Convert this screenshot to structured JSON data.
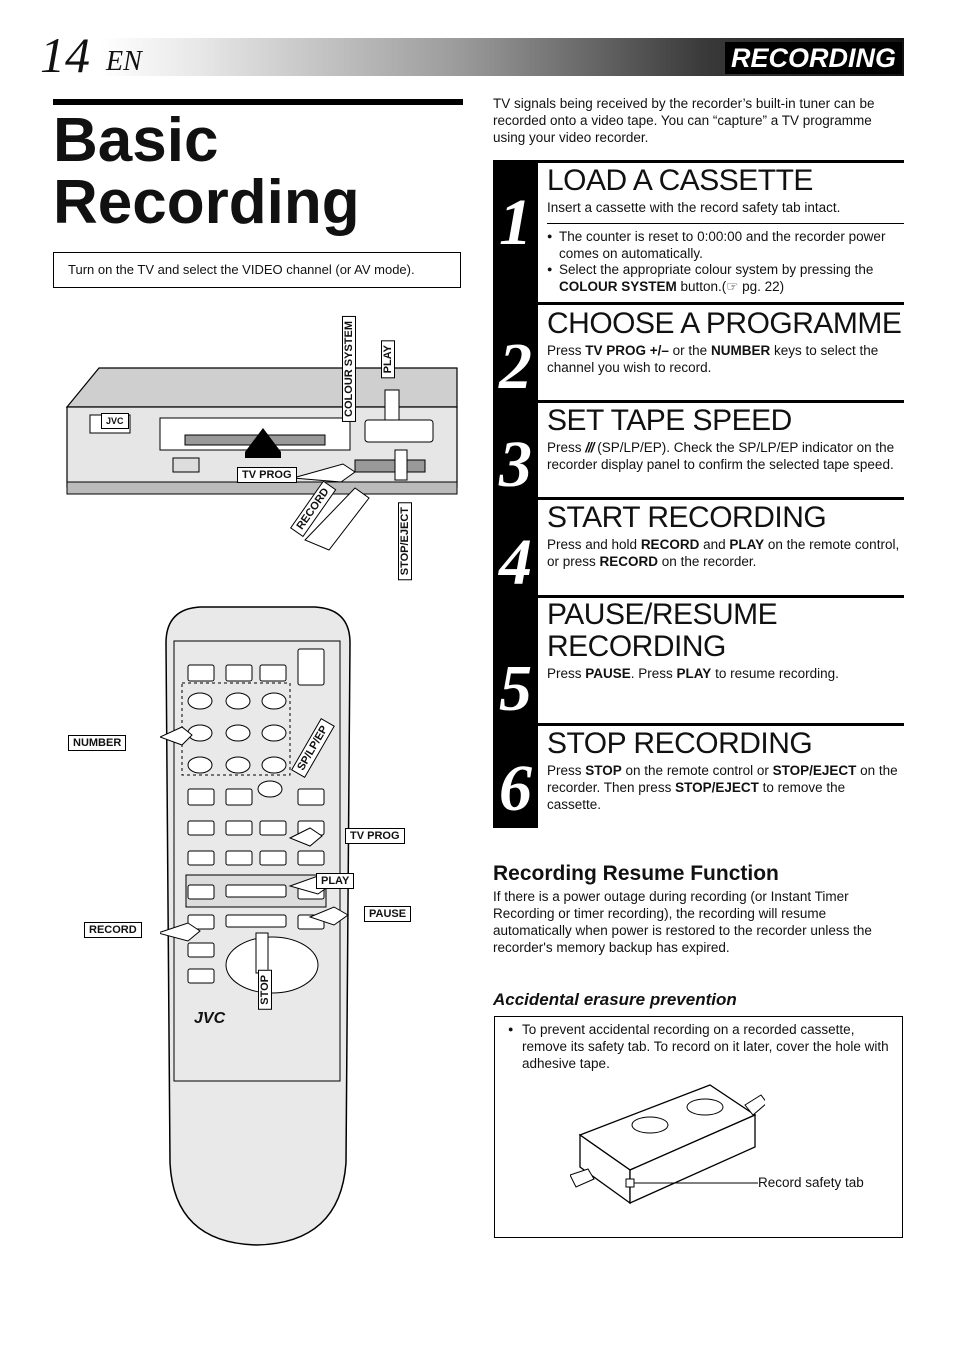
{
  "header": {
    "page_number": "14",
    "language": "EN",
    "section": "RECORDING"
  },
  "title": "Basic Recording",
  "intro_box": "Turn on the TV and select the VIDEO channel (or AV mode).",
  "intro_text": "TV signals being received by the recorder’s built-in tuner can be recorded onto a video tape. You can “capture” a TV programme using your video recorder.",
  "steps": [
    {
      "number": "1",
      "title": "LOAD A CASSETTE",
      "body": "Insert a cassette with the record safety tab intact.",
      "bullet1": "The counter is reset to 0:00:00 and the recorder power comes on automatically.",
      "bullet2_pre": "Select the appropriate colour system by pressing the ",
      "bullet2_bold": "COLOUR SYSTEM",
      "bullet2_post": " button.(☞ pg. 22)"
    },
    {
      "number": "2",
      "title": "CHOOSE A PROGRAMME",
      "body_a": "Press ",
      "body_b": "TV PROG +/–",
      "body_c": " or the ",
      "body_d": "NUMBER",
      "body_e": " keys to select the channel you wish to record."
    },
    {
      "number": "3",
      "title": "SET TAPE SPEED",
      "body_a": "Press ",
      "body_icon": "///",
      "body_b": " (SP/LP/EP). Check the SP/LP/EP indicator on the recorder display panel to confirm the selected tape speed."
    },
    {
      "number": "4",
      "title": "START RECORDING",
      "body_a": "Press and hold ",
      "body_b": "RECORD",
      "body_c": " and ",
      "body_d": "PLAY",
      "body_e": " on the remote control, or press ",
      "body_f": "RECORD",
      "body_g": " on the recorder."
    },
    {
      "number": "5",
      "title_line1": "PAUSE/RESUME",
      "title_line2": "RECORDING",
      "body_a": "Press ",
      "body_b": "PAUSE",
      "body_c": ". Press ",
      "body_d": "PLAY",
      "body_e": " to resume recording."
    },
    {
      "number": "6",
      "title": "STOP RECORDING",
      "body_a": "Press ",
      "body_b": "STOP",
      "body_c": " on the remote control or ",
      "body_d": "STOP/EJECT",
      "body_e": " on the recorder. Then press ",
      "body_f": "STOP/EJECT",
      "body_g": " to remove the cassette."
    }
  ],
  "resume": {
    "heading": "Recording Resume Function",
    "body": "If there is a power outage during recording (or Instant Timer Recording or timer recording), the recording will resume automatically when power is restored to the recorder unless the recorder's memory backup has expired."
  },
  "accidental": {
    "heading": "Accidental erasure prevention",
    "text": "To prevent accidental recording on a recorded cassette, remove its safety tab. To record on it later, cover the hole with adhesive tape.",
    "safety_label": "Record safety tab"
  },
  "vcr_labels": {
    "brand": "JVC",
    "colour_system": "COLOUR SYSTEM",
    "play": "PLAY",
    "tv_prog": "TV PROG",
    "record": "RECORD",
    "stop_eject": "STOP/EJECT"
  },
  "remote_labels": {
    "brand": "JVC",
    "number": "NUMBER",
    "sp_lp_ep": "SP/LP/EP",
    "tv_prog": "TV PROG",
    "play": "PLAY",
    "pause": "PAUSE",
    "record": "RECORD",
    "stop": "STOP"
  }
}
